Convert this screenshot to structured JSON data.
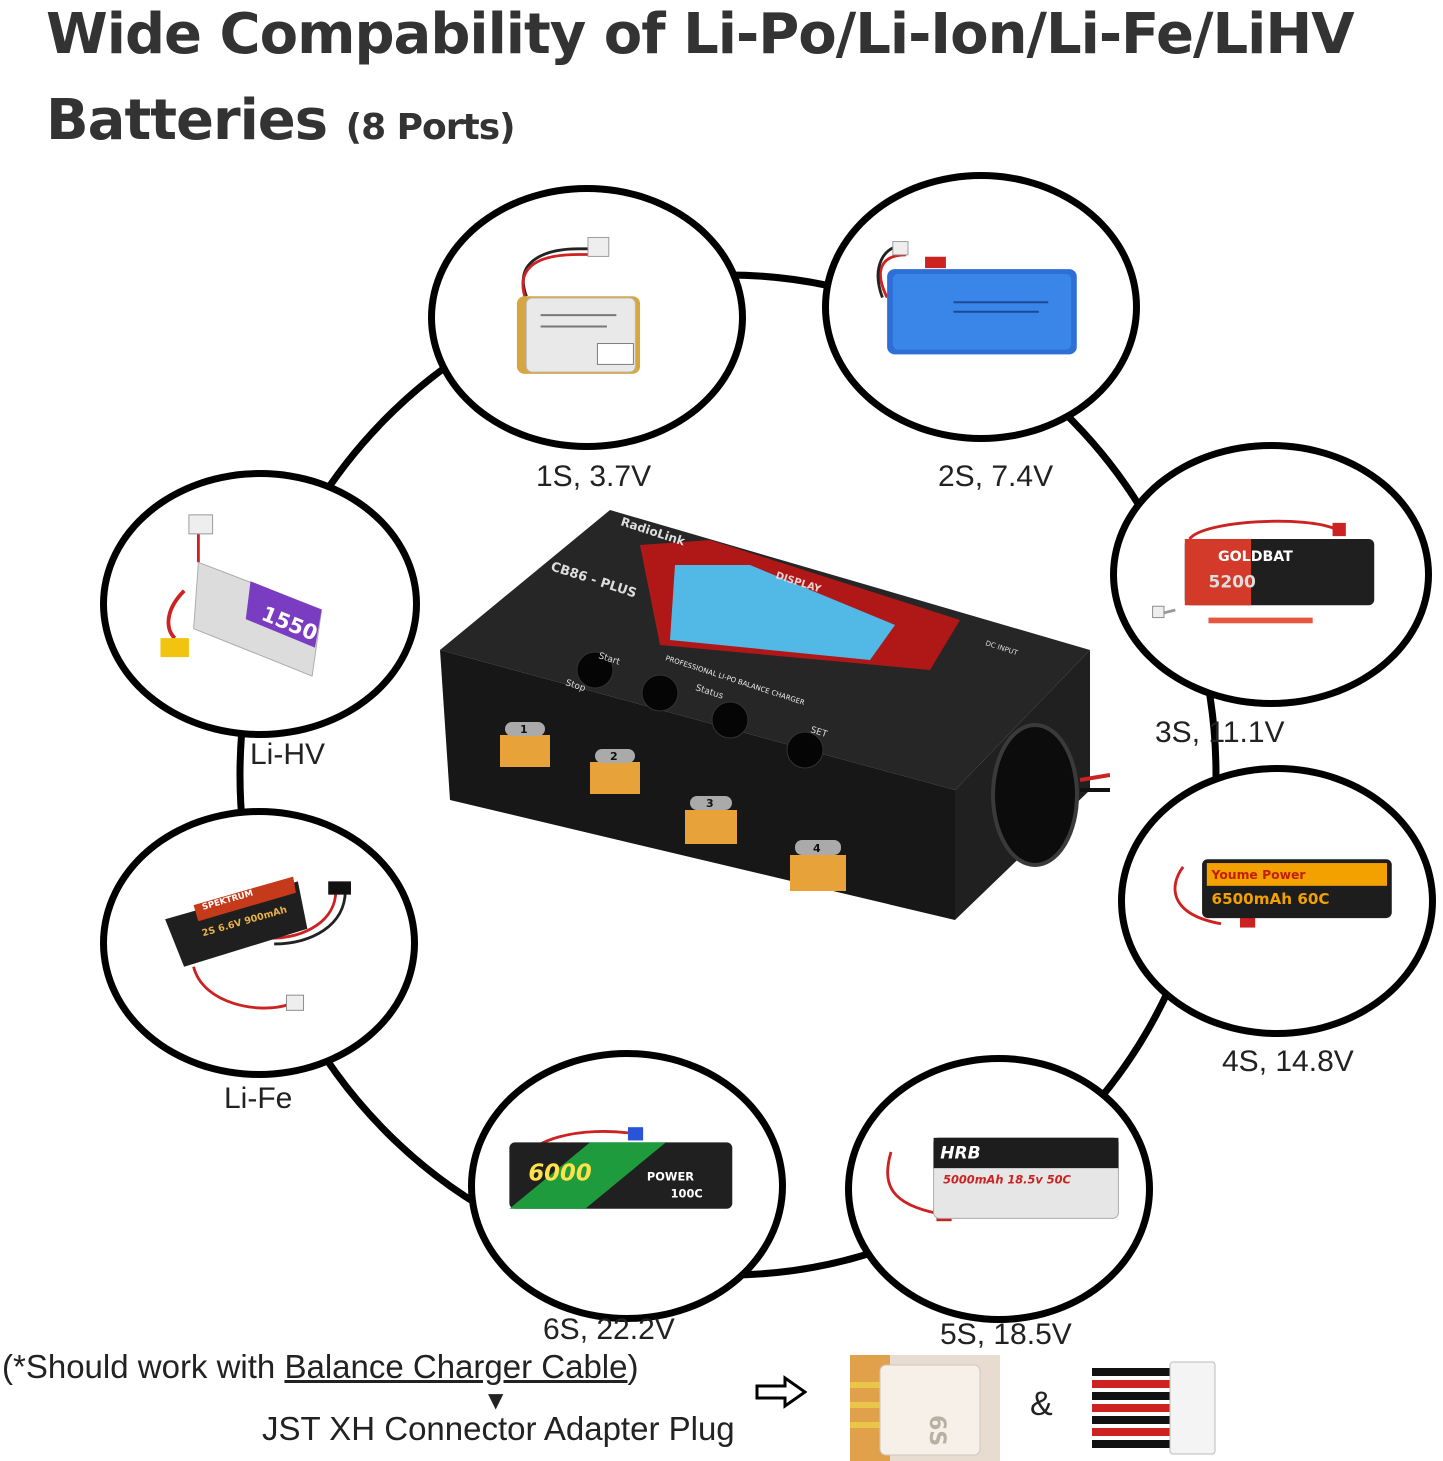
{
  "title": {
    "line1": "Wide Compability of Li-Po/Li-Ion/Li-Fe/LiHV",
    "line2": "Batteries",
    "ports": "(8 Ports)"
  },
  "batteries": [
    {
      "label": "1S, 3.7V"
    },
    {
      "label": "2S, 7.4V"
    },
    {
      "label": "3S, 11.1V"
    },
    {
      "label": "4S, 14.8V"
    },
    {
      "label": "5S, 18.5V"
    },
    {
      "label": "6S, 22.2V"
    },
    {
      "label": "Li-Fe"
    },
    {
      "label": "Li-HV"
    }
  ],
  "battery_prints": {
    "b3_brand": "GOLDBAT",
    "b3_capacity": "5200",
    "b4_brand": "Youme Power",
    "b4_capacity": "6500mAh 60C",
    "b5_brand": "HRB",
    "b5_capacity": "5000mAh 18.5v 50C",
    "b6_capacity": "6000",
    "b6_brand": "POWER",
    "b6_rate": "100C",
    "bfe_brand": "SPEKTRUM",
    "bfe_spec": "2S 6.6V 900mAh",
    "bhv_capacity": "1550"
  },
  "charger": {
    "brand": "RadioLink",
    "model": "CB86 - PLUS",
    "display_label": "DISPLAY",
    "subtitle": "PROFESSIONAL LI-PO BALANCE CHARGER",
    "start": "Start",
    "stop": "Stop",
    "status": "Status",
    "set": "SET",
    "dc_input": "DC INPUT",
    "ports": [
      "1",
      "2",
      "3",
      "4"
    ]
  },
  "note": {
    "prefix": "(*Should work with ",
    "link": "Balance Charger Cable",
    "suffix": ")",
    "adapter": "JST XH Connector Adapter Plug",
    "amp": "&",
    "plug_label": "6S"
  },
  "colors": {
    "ring": "#000000",
    "charger_body": "#1c1c1c",
    "charger_red": "#b01818",
    "screen": "#52b8e6",
    "port": "#e8a23a"
  }
}
